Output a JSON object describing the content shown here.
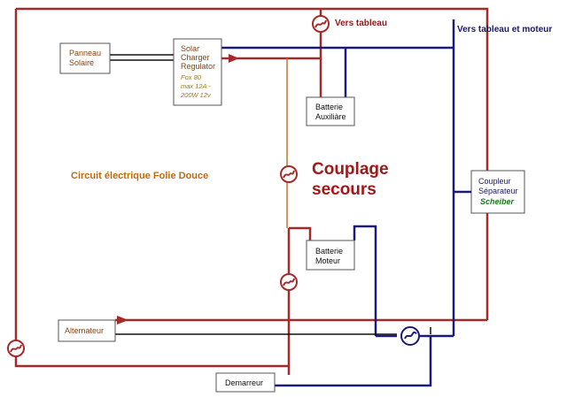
{
  "labels": {
    "vers_tableau": "Vers tableau",
    "vers_tableau_moteur": "Vers tableau et moteur",
    "circuit_title": "Circuit électrique Folie Douce",
    "couplage_line1": "Couplage",
    "couplage_line2": "secours"
  },
  "boxes": {
    "panneau": [
      "Panneau",
      "Solaire"
    ],
    "regulator": [
      "Solar",
      "Charger",
      "Regulator"
    ],
    "regulator_spec": [
      "Fox 80",
      "max 12A -",
      "200W 12v"
    ],
    "batterie_aux": [
      "Batterie",
      "Auxiliàre"
    ],
    "batterie_moteur": [
      "Batterie",
      "Moteur"
    ],
    "coupleur": [
      "Coupleur",
      "Séparateur"
    ],
    "coupleur_brand": "Scheiber",
    "alternateur": "Alternateur",
    "demarreur": "Demarreur"
  },
  "colors": {
    "red_wire": "#a52a2a",
    "blue_wire": "#1a1a7a",
    "orange_wire": "#c07830",
    "black_wire": "#111111",
    "title_orange": "#c06a10",
    "couplage_red": "#a01818",
    "label_red": "#8b1a1a",
    "label_navy": "#1a1a6a",
    "brand_green": "#1a7a1a",
    "spec_yellow": "#a08000"
  },
  "icons": [
    "fuse-icon",
    "switch-icon",
    "arrow-icon"
  ]
}
